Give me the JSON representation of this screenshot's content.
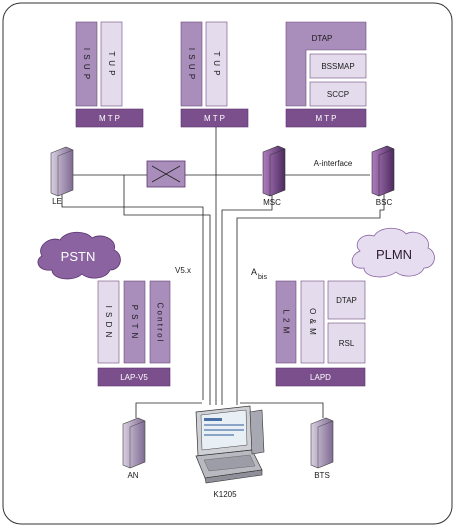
{
  "top_stacks": [
    {
      "layers": [
        "I S U P",
        "T U P"
      ],
      "base": "M T P"
    },
    {
      "layers": [
        "I S U P",
        "T U P"
      ],
      "base": "M T P"
    },
    {
      "layers": [
        "DTAP",
        "BSSMAP",
        "SCCP"
      ],
      "base": "M T P"
    }
  ],
  "nodes": {
    "le": "LE",
    "msc": "MSC",
    "bsc": "BSC",
    "an": "AN",
    "bts": "BTS",
    "k1205": "K1205"
  },
  "interfaces": {
    "a_interface": "A-interface",
    "v5x": "V5.x",
    "abis_main": "A",
    "abis_sub": "bis"
  },
  "clouds": {
    "pstn": "PSTN",
    "plmn": "PLMN"
  },
  "left_stack": {
    "layers": [
      "I S D N",
      "P S T N",
      "C o n t r o l"
    ],
    "base": "LAP-V5"
  },
  "right_stack": {
    "layers": [
      "L 2 M",
      "O & M",
      "DTAP",
      "RSL"
    ],
    "base": "LAPD"
  },
  "colors": {
    "dark_purple": "#7a4f8c",
    "mid_purple": "#a98dbb",
    "light_purple": "#e4dcec",
    "cloud": "#8a63a0",
    "cloud_light": "#e6def0",
    "device": "#9a8aa8"
  }
}
